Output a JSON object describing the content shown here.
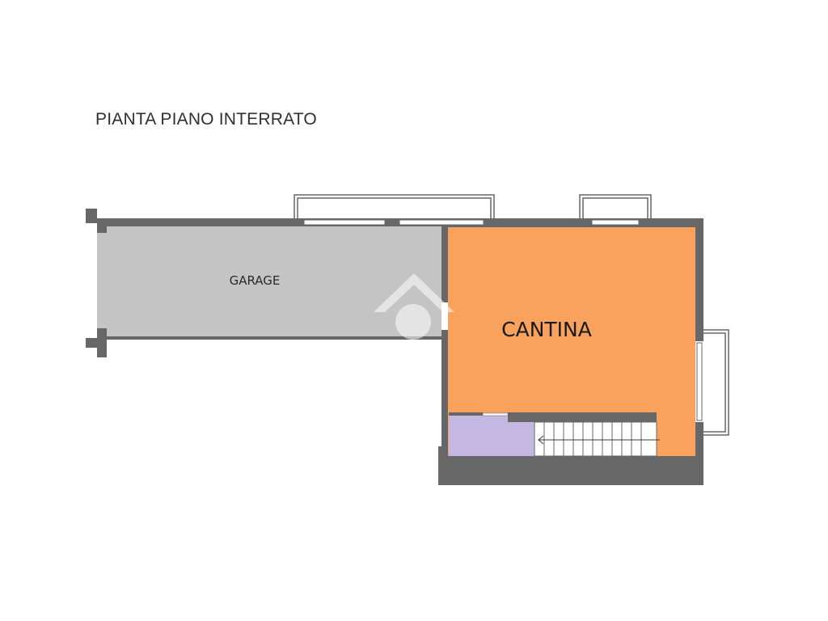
{
  "title": "PIANTA PIANO INTERRATO",
  "rooms": {
    "garage": {
      "label": "GARAGE",
      "color": "#c4c4c4"
    },
    "cantina": {
      "label": "CANTINA",
      "color": "#f8a25e"
    },
    "storage": {
      "color": "#c4b8e2"
    }
  },
  "colors": {
    "wall": "#676767",
    "window": "#ffffff",
    "watermark": "#ffffff"
  }
}
